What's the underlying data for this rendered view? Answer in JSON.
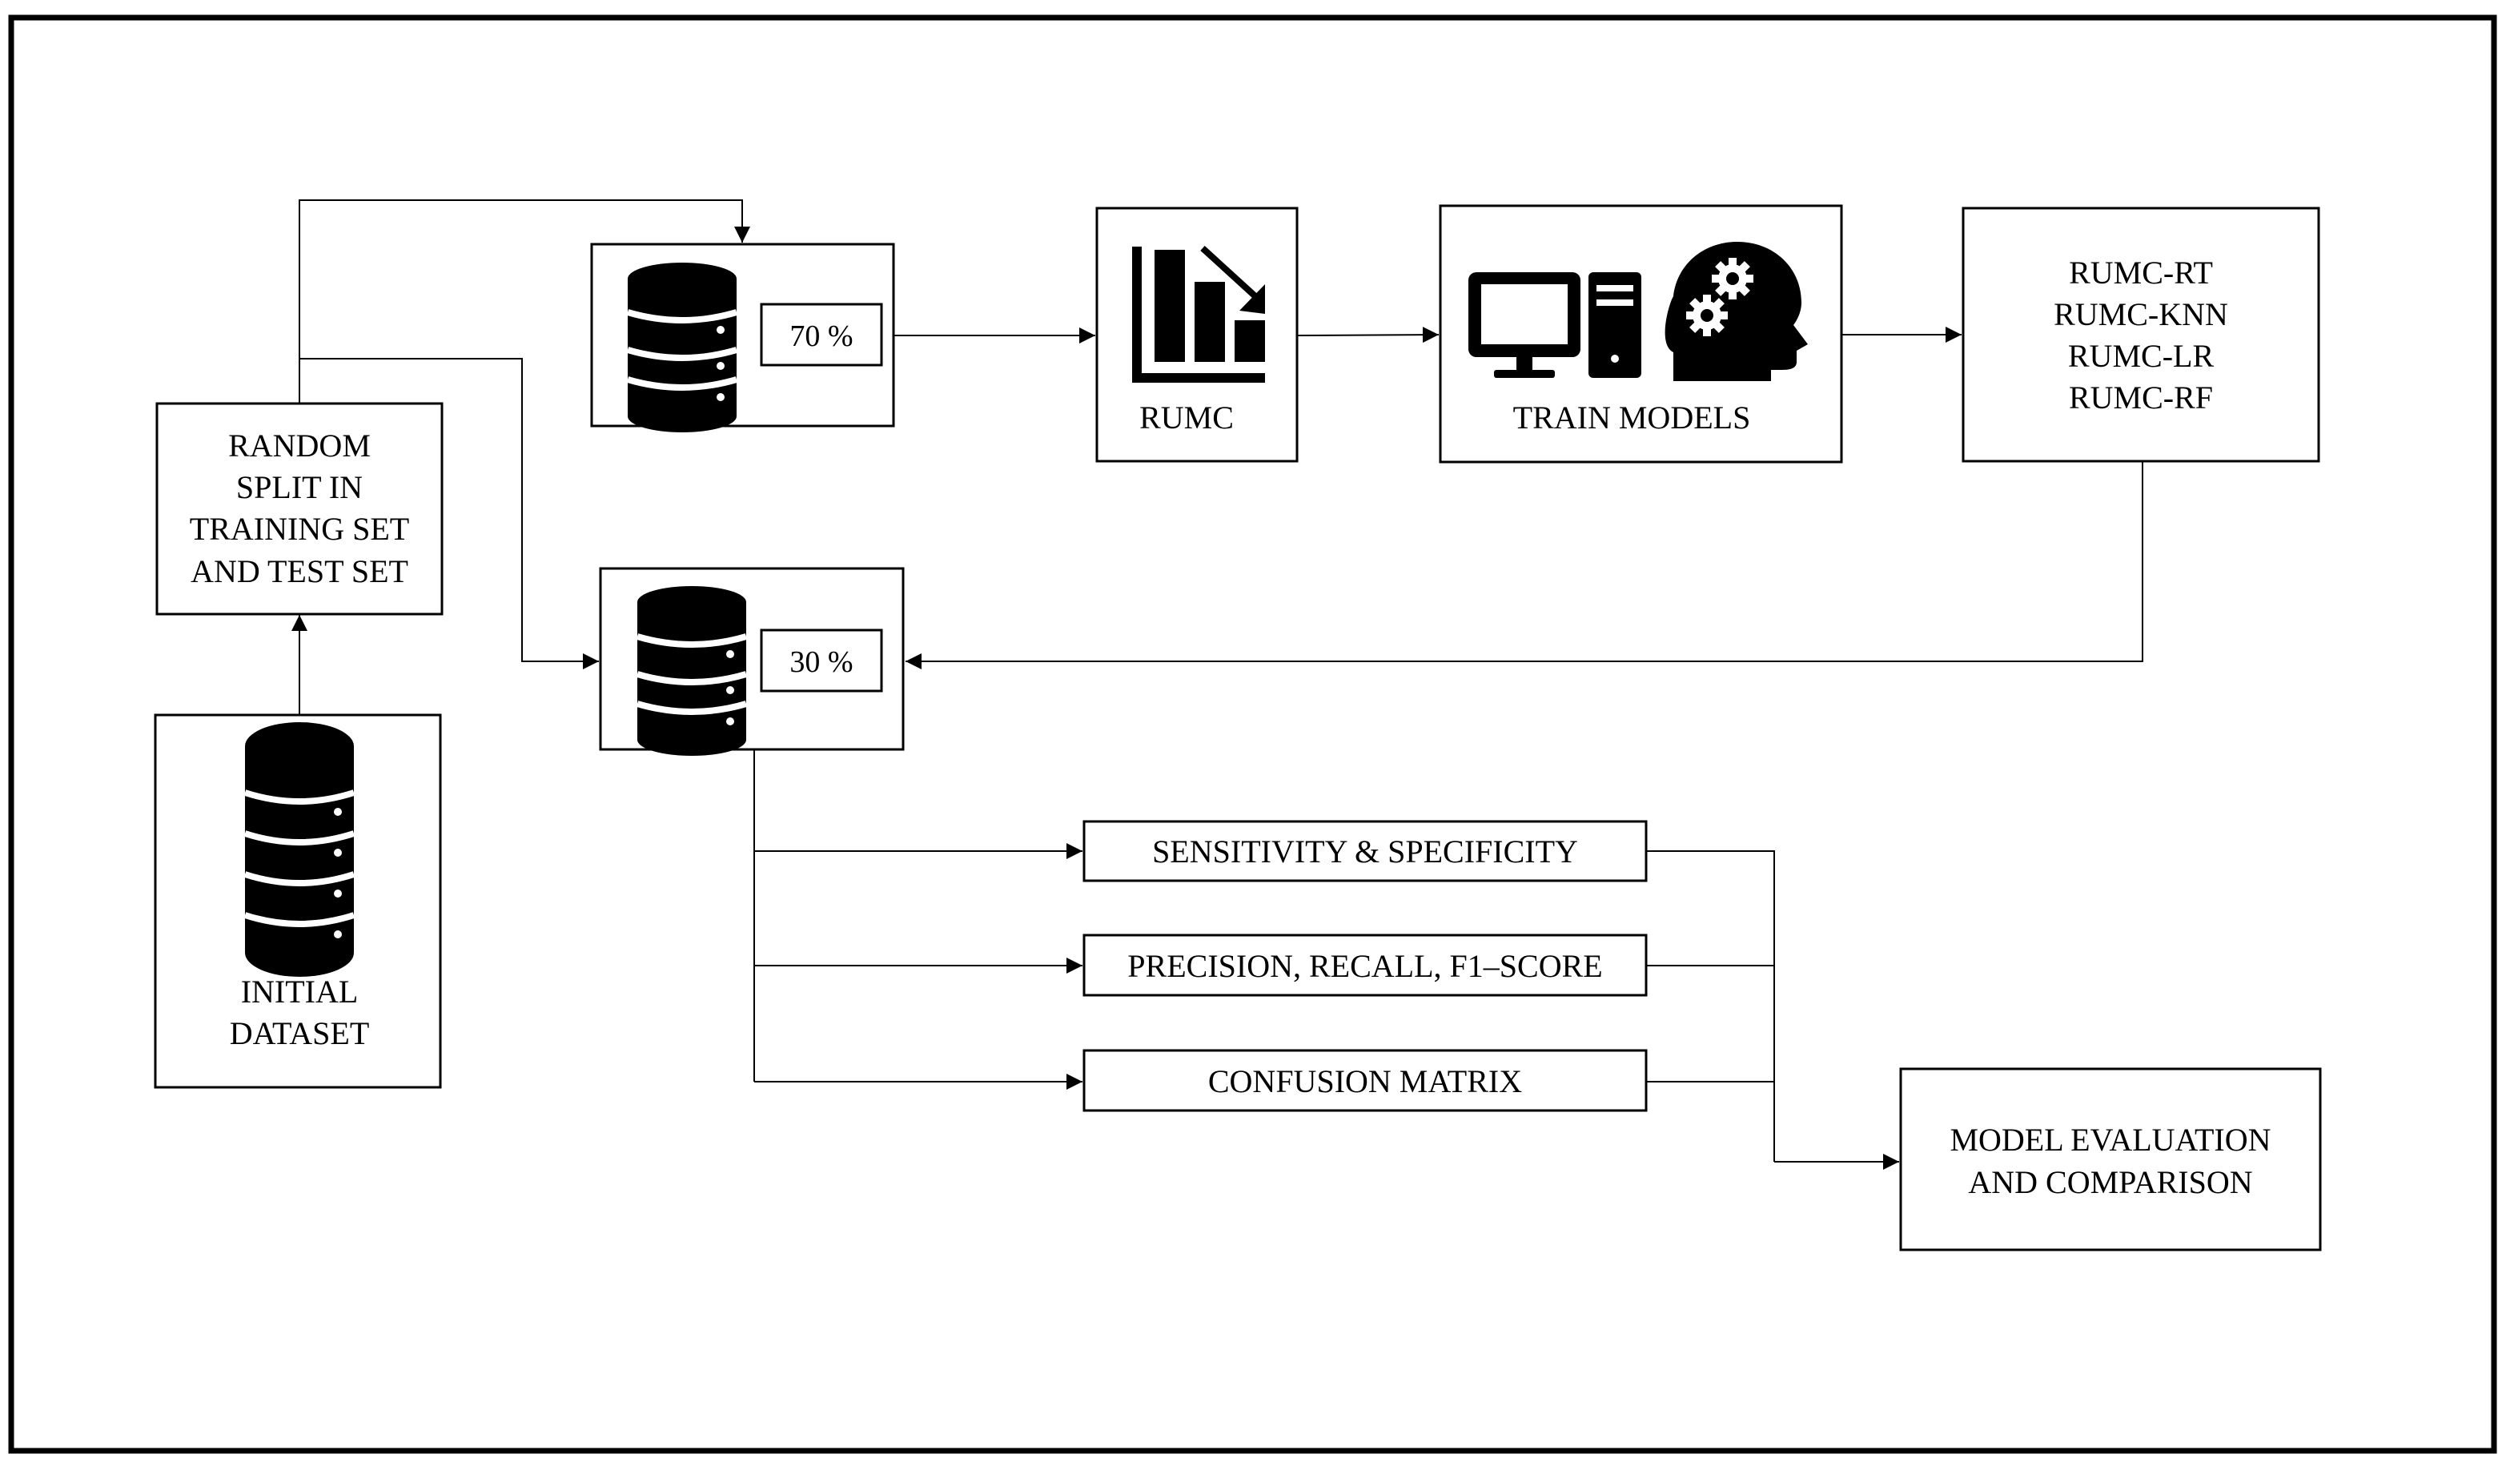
{
  "nodes": {
    "random_split": {
      "lines": [
        "RANDOM",
        "SPLIT IN",
        "TRAINING SET",
        "AND TEST SET"
      ]
    },
    "initial_dataset": {
      "lines": [
        "INITIAL",
        "DATASET"
      ],
      "icon": "database-icon"
    },
    "train_split": {
      "label": "70 %",
      "icon": "database-icon"
    },
    "test_split": {
      "label": "30 %",
      "icon": "database-icon"
    },
    "rumc": {
      "label": "RUMC",
      "icon": "bar-chart-down-icon"
    },
    "train_models": {
      "label": "TRAIN MODELS",
      "icons": [
        "computer-icon",
        "head-gears-icon"
      ]
    },
    "models": {
      "lines": [
        "RUMC-RT",
        "RUMC-KNN",
        "RUMC-LR",
        "RUMC-RF"
      ]
    },
    "metrics": [
      {
        "label": "SENSITIVITY & SPECIFICITY"
      },
      {
        "label": "PRECISION, RECALL, F1–SCORE"
      },
      {
        "label": "CONFUSION MATRIX"
      }
    ],
    "evaluation": {
      "lines": [
        "MODEL EVALUATION",
        "AND COMPARISON"
      ]
    }
  },
  "colors": {
    "ink": "#000000",
    "paper": "#ffffff"
  }
}
